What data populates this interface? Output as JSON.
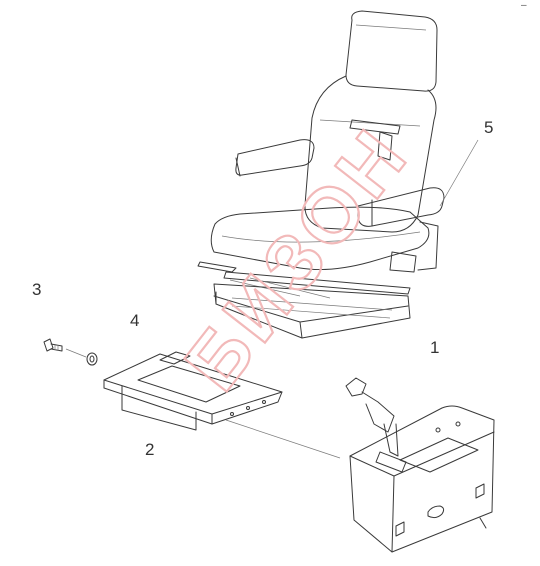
{
  "diagram": {
    "corner_mark": "–",
    "callouts": [
      {
        "id": "1",
        "label": "1"
      },
      {
        "id": "2",
        "label": "2"
      },
      {
        "id": "3",
        "label": "3"
      },
      {
        "id": "4",
        "label": "4"
      },
      {
        "id": "5",
        "label": "5"
      }
    ],
    "watermark": "БИЗОН",
    "colors": {
      "line": "#3a3a3a",
      "watermark": "#f2b9b9",
      "background": "#ffffff"
    }
  }
}
